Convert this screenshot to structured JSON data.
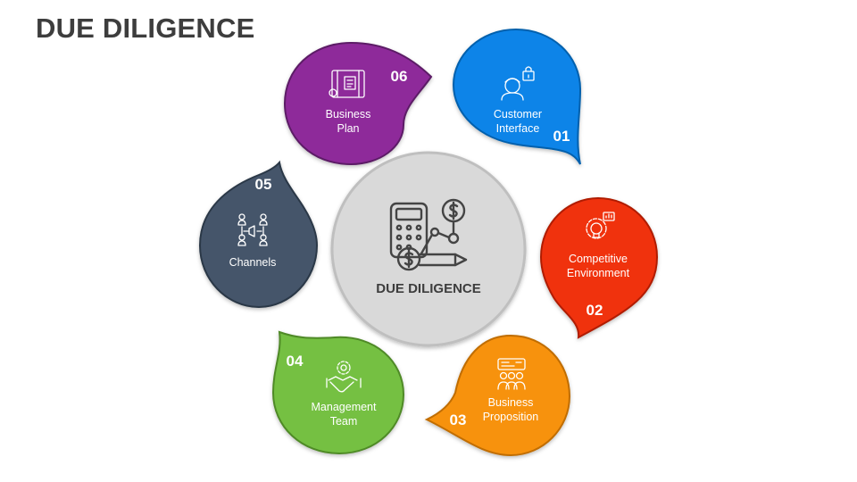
{
  "title": "DUE DILIGENCE",
  "center": {
    "label": "DUE DILIGENCE",
    "icon": "calculator-dollar-chart-icon"
  },
  "items": [
    {
      "number": "01",
      "line1": "Customer",
      "line2": "Interface",
      "color": "#0a84e8",
      "icon": "customer-lock-icon"
    },
    {
      "number": "02",
      "line1": "Competitive",
      "line2": "Environment",
      "color": "#f03010",
      "icon": "gear-bulb-icon"
    },
    {
      "number": "03",
      "line1": "Business",
      "line2": "Proposition",
      "color": "#f7920f",
      "icon": "team-proposal-icon"
    },
    {
      "number": "04",
      "line1": "Management",
      "line2": "Team",
      "color": "#74c043",
      "icon": "handshake-gear-icon"
    },
    {
      "number": "05",
      "line1": "Channels",
      "line2": "",
      "color": "#44546a",
      "icon": "channels-network-icon"
    },
    {
      "number": "06",
      "line1": "Business",
      "line2": "Plan",
      "color": "#8e2c9a",
      "icon": "business-plan-icon"
    }
  ]
}
